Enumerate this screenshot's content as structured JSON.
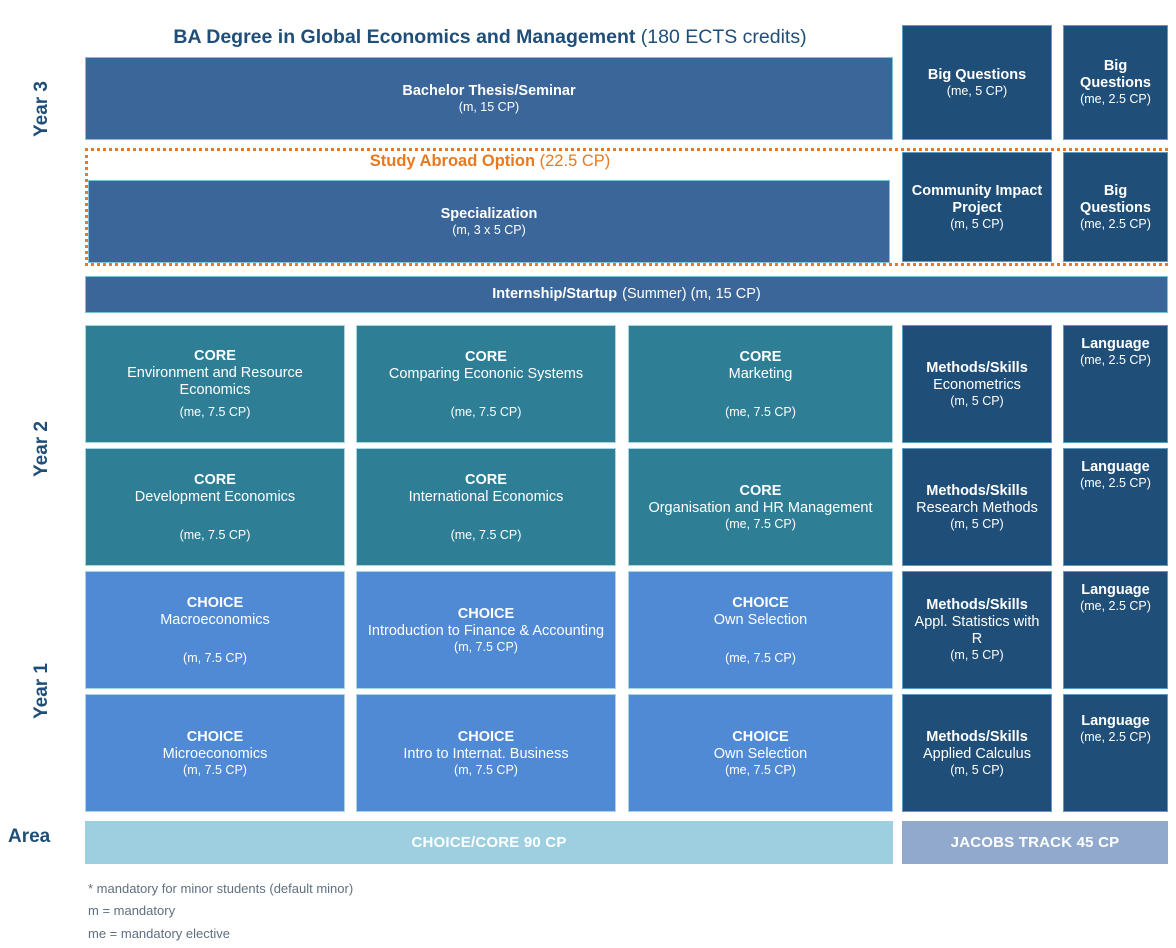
{
  "header": {
    "title_bold": "BA Degree in Global Economics and Management",
    "title_rest": "(180 ECTS credits)"
  },
  "side_labels": {
    "year3": "Year 3",
    "year2": "Year 2",
    "year1": "Year 1",
    "area": "Area"
  },
  "study_abroad": {
    "label_bold": "Study Abroad Option",
    "label_rest": "(22.5 CP)"
  },
  "year3": {
    "thesis": {
      "title": "Bachelor Thesis/Seminar",
      "cp": "(m, 15 CP)"
    },
    "big_questions_5": {
      "title": "Big Questions",
      "cp": "(me, 5 CP)"
    },
    "big_questions_25_a": {
      "title": "Big Questions",
      "cp": "(me, 2.5 CP)"
    },
    "specialization": {
      "title": "Specialization",
      "cp": "(m, 3 x 5 CP)"
    },
    "community": {
      "title": "Community Impact Project",
      "cp": "(m, 5 CP)"
    },
    "big_questions_25_b": {
      "title": "Big Questions",
      "cp": "(me, 2.5 CP)"
    }
  },
  "internship": {
    "title_bold": "Internship/Startup",
    "title_rest": "(Summer) (m, 15 CP)"
  },
  "year2": {
    "row1": [
      {
        "tag": "CORE",
        "name": "Environment and Resource Economics",
        "cp": "(me, 7.5 CP)"
      },
      {
        "tag": "CORE",
        "name": "Comparing Econonic Systems",
        "cp": "(me, 7.5 CP)"
      },
      {
        "tag": "CORE",
        "name": "Marketing",
        "cp": "(me, 7.5 CP)"
      },
      {
        "tag": "Methods/Skills",
        "name": "Econometrics",
        "cp": "(m, 5 CP)"
      },
      {
        "tag": "Language",
        "name": "",
        "cp": "(me, 2.5 CP)"
      }
    ],
    "row2": [
      {
        "tag": "CORE",
        "name": "Development Economics",
        "cp": "(me, 7.5 CP)"
      },
      {
        "tag": "CORE",
        "name": "International Economics",
        "cp": "(me, 7.5 CP)"
      },
      {
        "tag": "CORE",
        "name": "Organisation and HR Management",
        "cp": "(me, 7.5 CP)"
      },
      {
        "tag": "Methods/Skills",
        "name": "Research Methods",
        "cp": "(m, 5 CP)"
      },
      {
        "tag": "Language",
        "name": "",
        "cp": "(me, 2.5 CP)"
      }
    ]
  },
  "year1": {
    "row1": [
      {
        "tag": "CHOICE",
        "name": "Macroeconomics",
        "cp": "(m, 7.5 CP)"
      },
      {
        "tag": "CHOICE",
        "name": "Introduction to Finance & Accounting",
        "cp": "(m, 7.5 CP)"
      },
      {
        "tag": "CHOICE",
        "name": "Own Selection",
        "cp": "(me, 7.5 CP)"
      },
      {
        "tag": "Methods/Skills",
        "name": "Appl. Statistics with R",
        "cp": "(m, 5 CP)"
      },
      {
        "tag": "Language",
        "name": "",
        "cp": "(me, 2.5 CP)"
      }
    ],
    "row2": [
      {
        "tag": "CHOICE",
        "name": "Microeconomics",
        "cp": "(m, 7.5 CP)"
      },
      {
        "tag": "CHOICE",
        "name": "Intro to Internat. Business",
        "cp": "(m, 7.5 CP)"
      },
      {
        "tag": "CHOICE",
        "name": "Own Selection",
        "cp": "(me, 7.5 CP)"
      },
      {
        "tag": "Methods/Skills",
        "name": "Applied Calculus",
        "cp": "(m, 5 CP)"
      },
      {
        "tag": "Language",
        "name": "",
        "cp": "(me, 2.5 CP)"
      }
    ]
  },
  "area_bars": {
    "choice_core": "CHOICE/CORE 90 CP",
    "jacobs_track": "JACOBS TRACK 45 CP"
  },
  "legend": [
    "* mandatory for minor students (default minor)",
    "m = mandatory",
    "me = mandatory elective"
  ],
  "colors": {
    "navy": "#1F4E79",
    "steel": "#3B6699",
    "teal": "#2E7F96",
    "choice_blue": "#5089D4",
    "cyan": "#9DCFE0",
    "periwinkle": "#92A9CE",
    "orange": "#E8791E",
    "legend_text": "#5E6F80"
  }
}
